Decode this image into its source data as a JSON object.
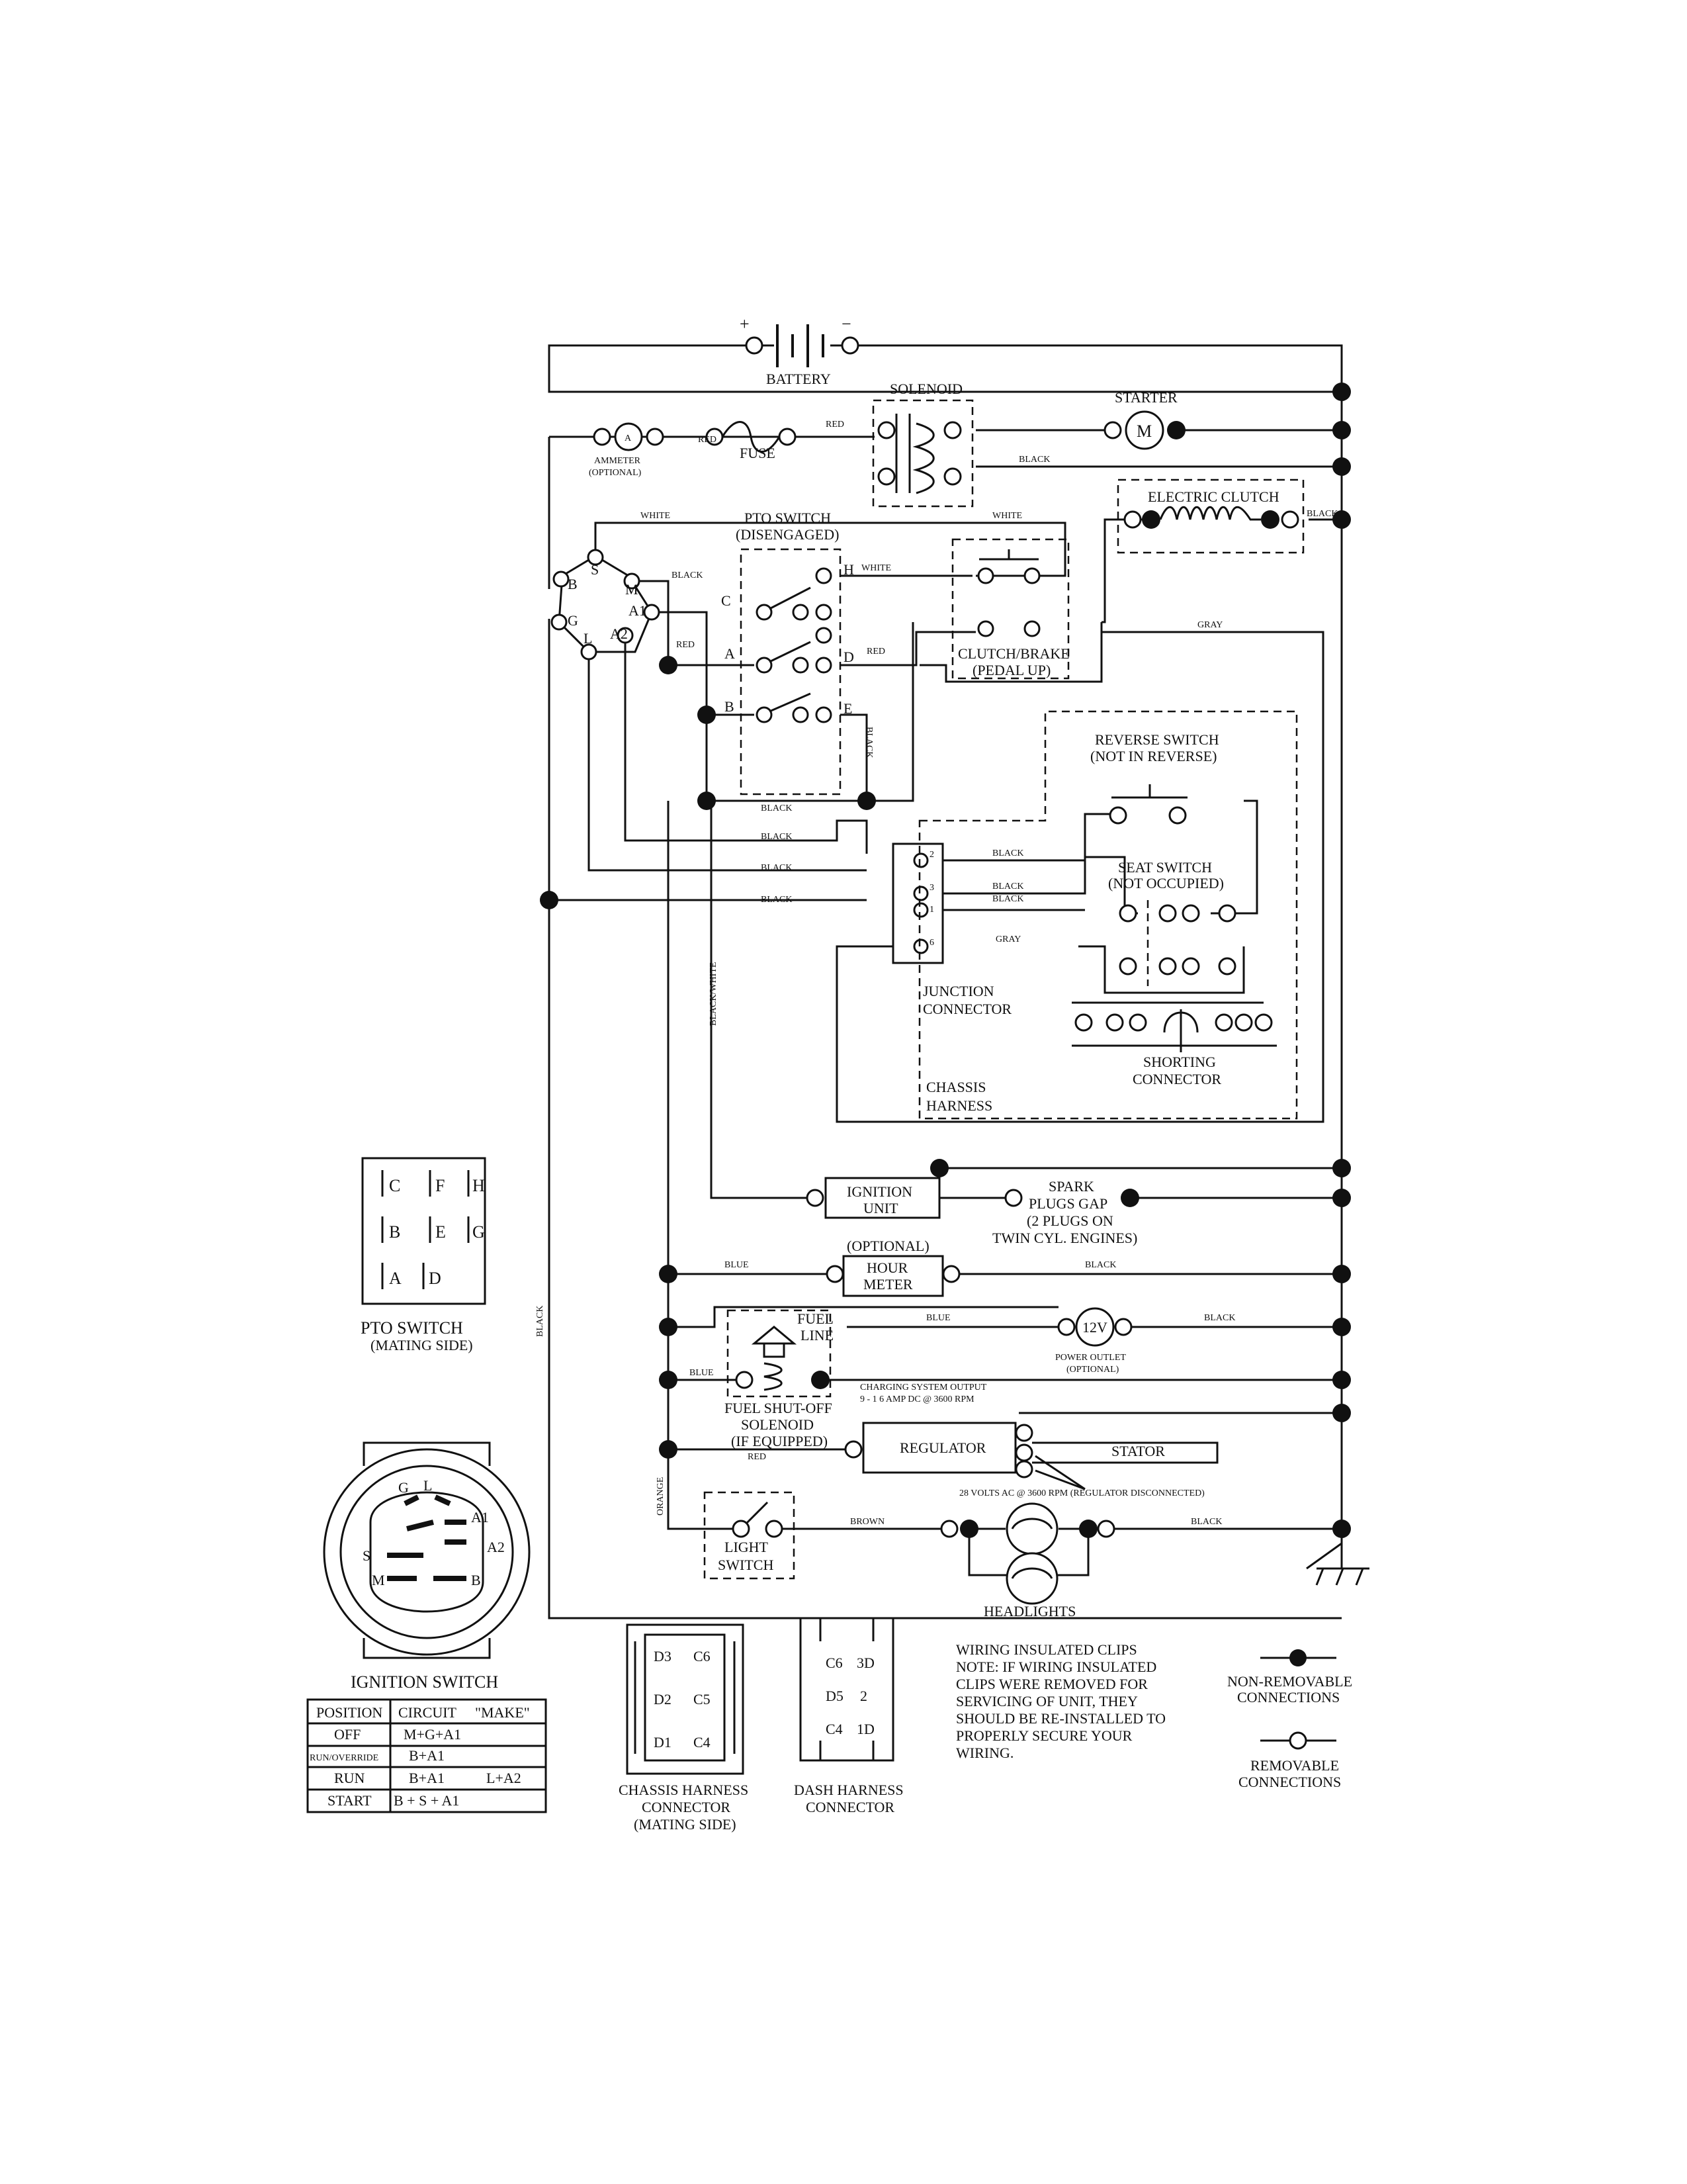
{
  "labels": {
    "battery": "BATTERY",
    "plus": "+",
    "minus": "−",
    "solenoid": "SOLENOID",
    "starter": "STARTER",
    "starter_m": "M",
    "ammeter": "AMMETER",
    "ammeter_opt": "(OPTIONAL)",
    "ammeter_a": "A",
    "fuse": "FUSE",
    "electric_clutch": "ELECTRIC CLUTCH",
    "pto_switch": "PTO SWITCH",
    "pto_disengaged": "(DISENGAGED)",
    "clutch_brake": "CLUTCH/BRAKE",
    "pedal_up": "(PEDAL UP)",
    "reverse_switch": "REVERSE SWITCH",
    "not_in_reverse": "(NOT IN REVERSE)",
    "seat_switch": "SEAT SWITCH",
    "not_occupied": "(NOT OCCUPIED)",
    "junction": "JUNCTION",
    "connector": "CONNECTOR",
    "shorting": "SHORTING",
    "shorting_connector": "CONNECTOR",
    "chassis": "CHASSIS",
    "harness": "HARNESS",
    "ignition": "IGNITION",
    "unit": "UNIT",
    "spark": "SPARK",
    "plugs_gap": "PLUGS GAP",
    "two_plugs": "(2 PLUGS ON",
    "twin_cyl": "TWIN CYL. ENGINES)",
    "optional": "(OPTIONAL)",
    "hour": "HOUR",
    "meter": "METER",
    "fuel": "FUEL",
    "line": "LINE",
    "v12": "12V",
    "power_outlet": "POWER OUTLET",
    "power_optional": "(OPTIONAL)",
    "charging_output": "CHARGING SYSTEM OUTPUT",
    "charging_spec": "9 - 1 6 AMP DC @ 3600 RPM",
    "fuel_shutoff": "FUEL SHUT-OFF",
    "solenoid2": "SOLENOID",
    "if_equipped": "(IF EQUIPPED)",
    "regulator": "REGULATOR",
    "stator": "STATOR",
    "volts_ac": "28 VOLTS AC @ 3600 RPM (REGULATOR DISCONNECTED)",
    "light": "LIGHT",
    "switch": "SWITCH",
    "headlights": "HEADLIGHTS",
    "pto_switch_mating": "PTO SWITCH",
    "mating_side": "(MATING SIDE)",
    "ignition_switch": "IGNITION SWITCH",
    "chassis_harness_connector_1": "CHASSIS HARNESS",
    "chassis_harness_connector_2": "CONNECTOR",
    "chassis_harness_connector_3": "(MATING SIDE)",
    "dash_harness_1": "DASH HARNESS",
    "dash_harness_2": "CONNECTOR",
    "non_removable_1": "NON-REMOVABLE",
    "non_removable_2": "CONNECTIONS",
    "removable_1": "REMOVABLE",
    "removable_2": "CONNECTIONS"
  },
  "wire_colors": {
    "red": "RED",
    "black": "BLACK",
    "white": "WHITE",
    "gray": "GRAY",
    "blue": "BLUE",
    "orange": "ORANGE",
    "brown": "BROWN",
    "black_white": "BLACK/WHITE"
  },
  "ignition_terminals": [
    "S",
    "M",
    "B",
    "A1",
    "G",
    "A2",
    "L"
  ],
  "pto_switch_terminals": [
    "C",
    "H",
    "A",
    "D",
    "B",
    "E"
  ],
  "pto_mating_grid": [
    "C",
    "F",
    "H",
    "B",
    "E",
    "G",
    "A",
    "D"
  ],
  "junction_pins": [
    "2",
    "3",
    "1",
    "6"
  ],
  "ignition_switch_face": [
    "G",
    "L",
    "A1",
    "A2",
    "S",
    "M",
    "B"
  ],
  "ignition_table": {
    "headers": [
      "POSITION",
      "CIRCUIT",
      "\"MAKE\""
    ],
    "rows": [
      [
        "OFF",
        "M+G+A1",
        ""
      ],
      [
        "RUN/OVERRIDE",
        "B+A1",
        ""
      ],
      [
        "RUN",
        "B+A1",
        "L+A2"
      ],
      [
        "START",
        "B + S + A1",
        ""
      ]
    ]
  },
  "chassis_connector_pins": [
    "D3",
    "C6",
    "D2",
    "C5",
    "D1",
    "C4"
  ],
  "dash_connector_pins": [
    "C6",
    "3D",
    "D5",
    "2",
    "C4",
    "1D"
  ],
  "note_lines": [
    "WIRING INSULATED CLIPS",
    "NOTE:  IF WIRING INSULATED",
    "CLIPS WERE REMOVED FOR",
    "SERVICING OF UNIT, THEY",
    "SHOULD BE RE-INSTALLED TO",
    "PROPERLY SECURE YOUR",
    "WIRING."
  ]
}
